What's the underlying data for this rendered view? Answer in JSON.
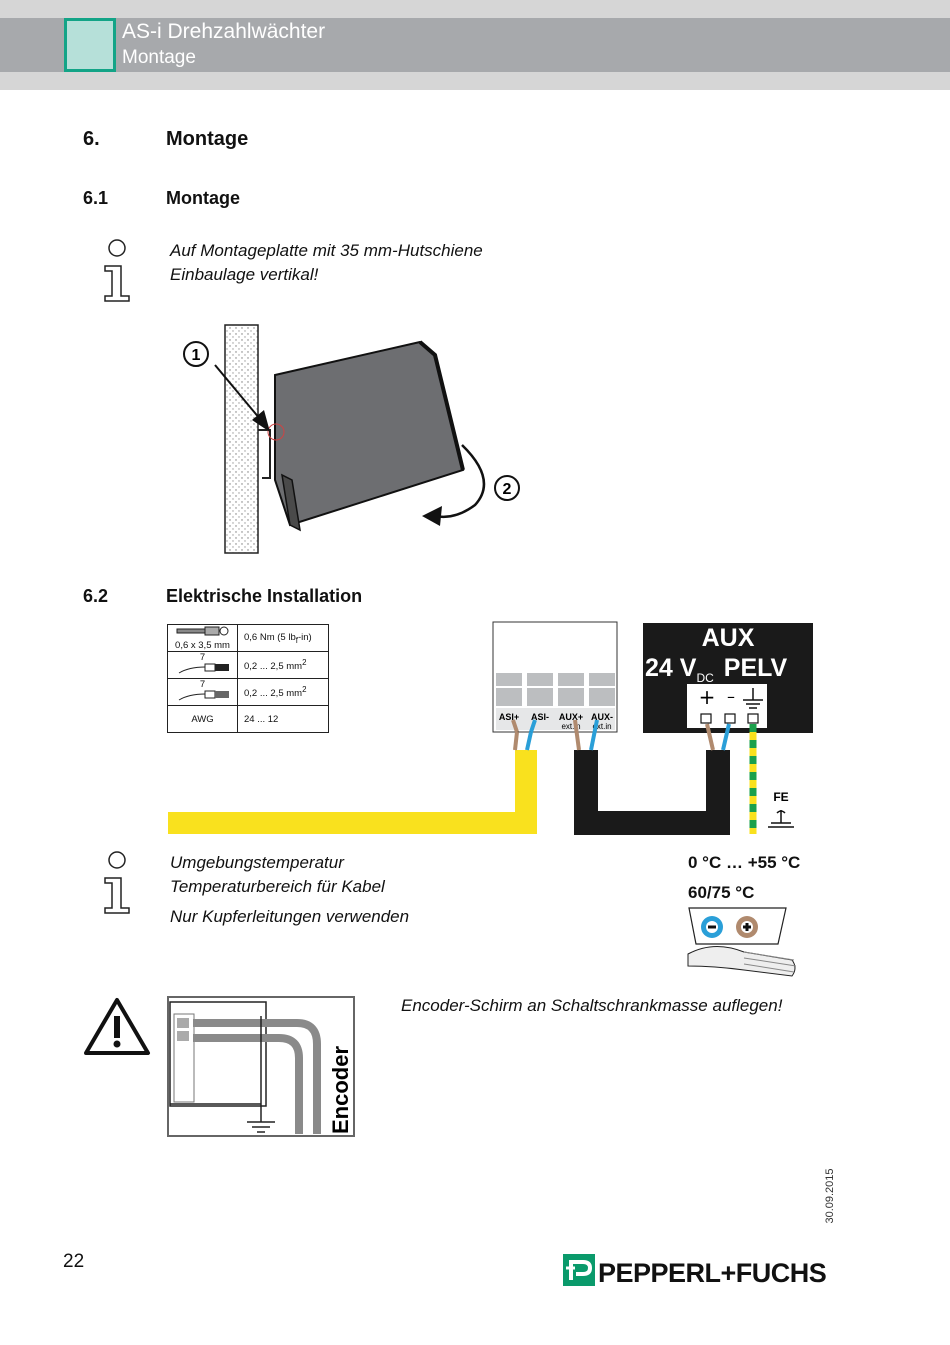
{
  "header": {
    "title": "AS-i Drehzahlwächter",
    "subtitle": "Montage"
  },
  "section": {
    "number": "6.",
    "title": "Montage"
  },
  "subsection1": {
    "number": "6.1",
    "title": "Montage",
    "info_lines": [
      "Auf Montageplatte mit 35 mm-Hutschiene",
      "Einbaulage vertikal!"
    ],
    "callouts": [
      "1",
      "2"
    ]
  },
  "subsection2": {
    "number": "6.2",
    "title": "Elektrische Installation"
  },
  "spec_table": {
    "rows": [
      {
        "tool": "0,6 x 3,5 mm",
        "value": "0,6 Nm (5 lb",
        "value_sub": "f",
        "value_suffix": "-in)"
      },
      {
        "tool": "7",
        "value": "0,2 ... 2,5 mm",
        "value_sup": "2"
      },
      {
        "tool": "7",
        "value": "0,2 ... 2,5 mm",
        "value_sup": "2"
      },
      {
        "tool": "AWG",
        "value": "24 ... 12"
      }
    ]
  },
  "terminals": {
    "labels": [
      "ASI+",
      "ASI-",
      "AUX+",
      "AUX-"
    ],
    "sublabels": [
      "",
      "",
      "ext.in",
      "ext.in"
    ]
  },
  "aux_box": {
    "line1": "AUX",
    "line2_prefix": "24 V",
    "line2_sub": "DC",
    "line2_suffix": "PELV",
    "symbols": [
      "+",
      "–"
    ]
  },
  "fe_label": "FE",
  "info2": {
    "lines": [
      "Umgebungstemperatur",
      "Temperaturbereich für Kabel",
      "Nur Kupferleitungen verwenden"
    ],
    "temp_ambient": "0 °C … +55 °C",
    "temp_cable": "60/75 °C"
  },
  "warning": {
    "text": "Encoder-Schirm an Schaltschrankmasse auflegen!",
    "encoder_label": "Encoder"
  },
  "footer": {
    "page_number": "22",
    "date": "30.09.2015",
    "brand": "PEPPERL+FUCHS"
  },
  "colors": {
    "header_gray": "#a7a9ac",
    "accent_green": "#13a487",
    "cable_yellow": "#f9e11e",
    "cable_brown": "#b08a6e",
    "cable_blue": "#2a9fd8",
    "brand_green": "#0a9a6b"
  }
}
